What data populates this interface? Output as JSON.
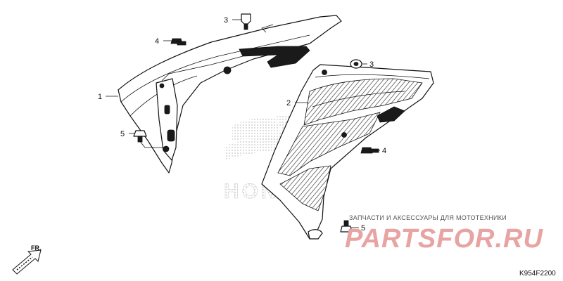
{
  "callouts": {
    "c1": "1",
    "c2": "2",
    "c3a": "3",
    "c3b": "3",
    "c4a": "4",
    "c4b": "4",
    "c5a": "5",
    "c5b": "5"
  },
  "watermark": {
    "ru_text": "ЗАПЧАСТИ И АКСЕССУАРЫ ДЛЯ МОТОТЕХНИКИ",
    "brand": "PARTSFOR.RU",
    "logo_text": "HONDA"
  },
  "direction_label": "FR.",
  "diagram_code": "K954F2200",
  "colors": {
    "line": "#111111",
    "watermark_brand": "#e8a3a3",
    "watermark_logo": "#c8c8c8"
  }
}
